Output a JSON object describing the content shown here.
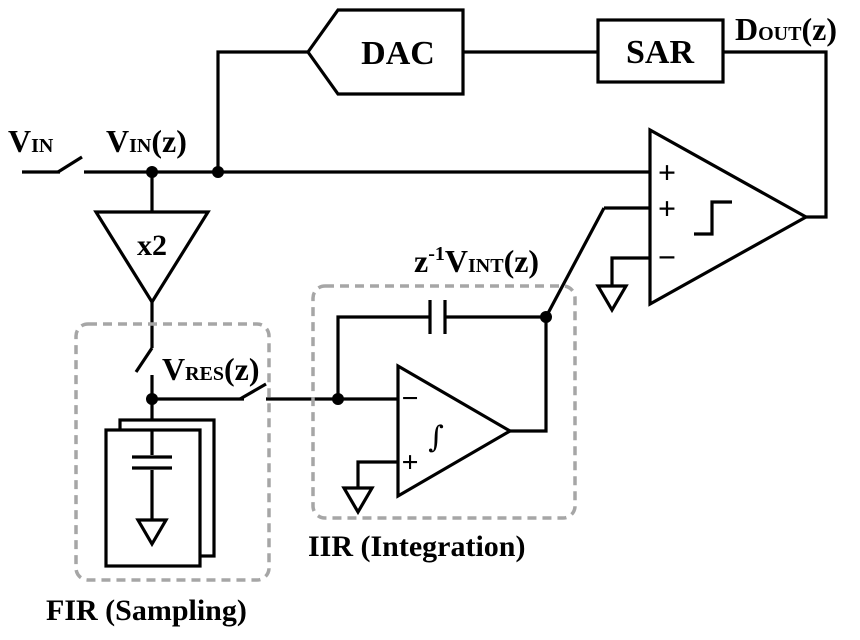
{
  "blocks": {
    "dac": "DAC",
    "sar": "SAR",
    "gain": "x2"
  },
  "signals": {
    "vin_main": "V",
    "vin_sub": "IN",
    "vinz_main": "V",
    "vinz_sub": "IN",
    "vinz_suffix": "(z)",
    "dout_main": "D",
    "dout_sub": "OUT",
    "dout_suffix": "(z)",
    "vres_main": "V",
    "vres_sub": "RES",
    "vres_suffix": "(z)",
    "vint_prefix": "z",
    "vint_exp": "-1",
    "vint_main": "V",
    "vint_sub": "INT",
    "vint_suffix": "(z)"
  },
  "comparator": {
    "plus_top": "+",
    "plus_mid": "+",
    "minus": "−"
  },
  "integrator": {
    "minus": "−",
    "plus": "+",
    "symbol": "∫"
  },
  "regions": {
    "fir": "FIR (Sampling)",
    "iir": "IIR (Integration)"
  }
}
